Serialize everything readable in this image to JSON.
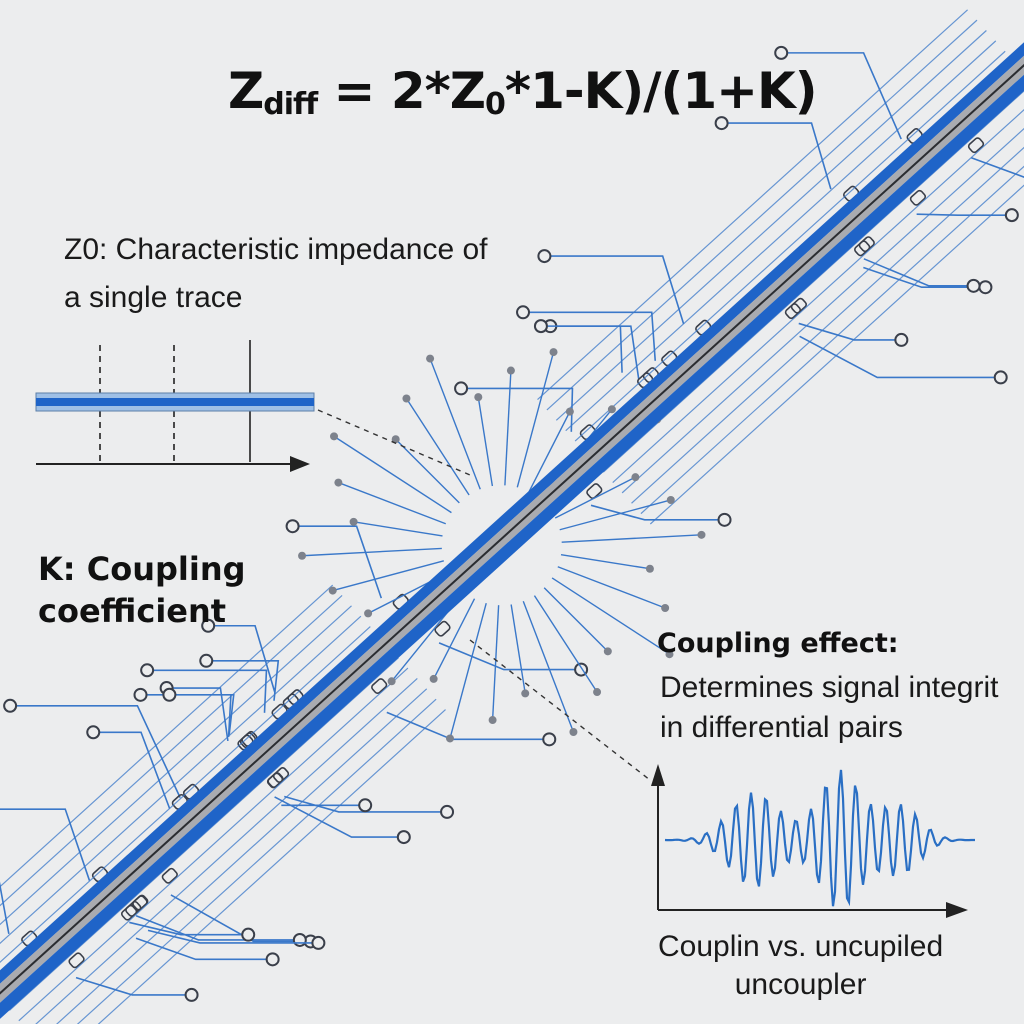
{
  "formula": {
    "z_main": "Z",
    "z_sub": "diff",
    "rest_a": " = 2*Z",
    "zero_sub": "0",
    "rest_b": "*1-K)/(1+K)"
  },
  "z0_label": {
    "line1": "Z0: Characteristic impedance of",
    "line2": "a single trace"
  },
  "k_label": {
    "line1": "K: Coupling",
    "line2": "coefficient"
  },
  "coupling_effect": {
    "title": "Coupling effect:",
    "line1": "Determines signal integrit",
    "line2": "in differential pairs"
  },
  "comparison_label": {
    "line1": "Couplin vs. uncupiled",
    "line2": "uncoupler"
  },
  "colors": {
    "background": "#ecedee",
    "trace_blue": "#1f64c8",
    "circuit_blue": "#3a78c9",
    "substrate_gray": "#a9abb0",
    "dark_line": "#2b2d31"
  }
}
